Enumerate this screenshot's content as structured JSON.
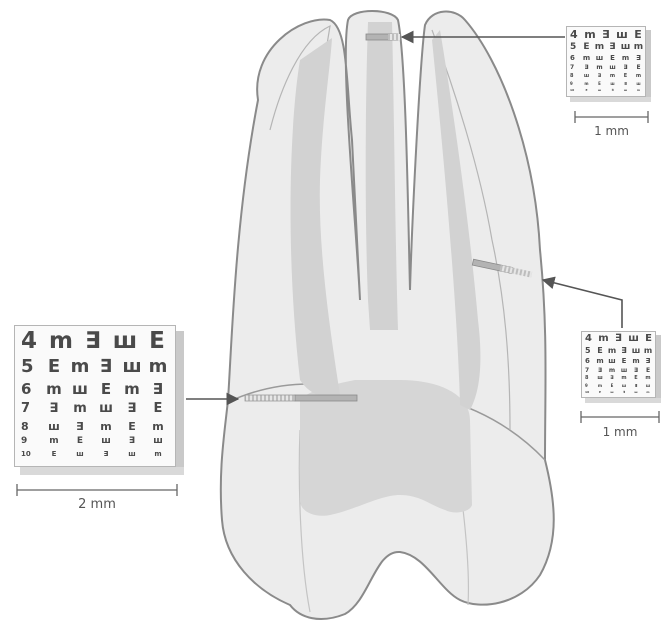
{
  "charts": {
    "large": {
      "scale_label": "2 mm",
      "rows": [
        {
          "number": "4",
          "optotypes": [
            "m",
            "∃",
            "ш",
            "E"
          ]
        },
        {
          "number": "5",
          "optotypes": [
            "E",
            "m",
            "∃",
            "ш",
            "m"
          ]
        },
        {
          "number": "6",
          "optotypes": [
            "m",
            "ш",
            "E",
            "m",
            "∃"
          ]
        },
        {
          "number": "7",
          "optotypes": [
            "∃",
            "m",
            "ш",
            "∃",
            "E"
          ]
        },
        {
          "number": "8",
          "optotypes": [
            "ш",
            "∃",
            "m",
            "E",
            "m"
          ]
        },
        {
          "number": "9",
          "optotypes": [
            "m",
            "E",
            "ш",
            "∃",
            "ш"
          ]
        },
        {
          "number": "10",
          "optotypes": [
            "E",
            "ш",
            "∃",
            "ш",
            "m"
          ]
        }
      ]
    },
    "top_right": {
      "scale_label": "1 mm",
      "rows": [
        {
          "number": "4",
          "optotypes": [
            "m",
            "∃",
            "ш",
            "E"
          ]
        },
        {
          "number": "5",
          "optotypes": [
            "E",
            "m",
            "∃",
            "ш",
            "m"
          ]
        },
        {
          "number": "6",
          "optotypes": [
            "m",
            "ш",
            "E",
            "m",
            "∃"
          ]
        },
        {
          "number": "7",
          "optotypes": [
            "∃",
            "m",
            "ш",
            "∃",
            "E"
          ]
        },
        {
          "number": "8",
          "optotypes": [
            "ш",
            "∃",
            "m",
            "E",
            "m"
          ]
        },
        {
          "number": "9",
          "optotypes": [
            "m",
            "E",
            "ш",
            "∃",
            "ш"
          ]
        },
        {
          "number": "10",
          "optotypes": [
            "E",
            "ш",
            "∃",
            "ш",
            "m"
          ]
        }
      ]
    },
    "bottom_right": {
      "scale_label": "1 mm",
      "rows": [
        {
          "number": "4",
          "optotypes": [
            "m",
            "∃",
            "ш",
            "E"
          ]
        },
        {
          "number": "5",
          "optotypes": [
            "E",
            "m",
            "∃",
            "ш",
            "m"
          ]
        },
        {
          "number": "6",
          "optotypes": [
            "m",
            "ш",
            "E",
            "m",
            "∃"
          ]
        },
        {
          "number": "7",
          "optotypes": [
            "∃",
            "m",
            "ш",
            "∃",
            "E"
          ]
        },
        {
          "number": "8",
          "optotypes": [
            "ш",
            "∃",
            "m",
            "E",
            "m"
          ]
        },
        {
          "number": "9",
          "optotypes": [
            "m",
            "E",
            "ш",
            "∃",
            "ш"
          ]
        },
        {
          "number": "10",
          "optotypes": [
            "E",
            "ш",
            "∃",
            "ш",
            "m"
          ]
        }
      ]
    }
  },
  "colors": {
    "tooth_fill": "#ececec",
    "tooth_outline": "#8a8a8a",
    "canal_fill": "#d2d2d2",
    "pulp_fill": "#d6d6d6",
    "marker_fill": "#b3b3b3",
    "arrow": "#555555"
  }
}
